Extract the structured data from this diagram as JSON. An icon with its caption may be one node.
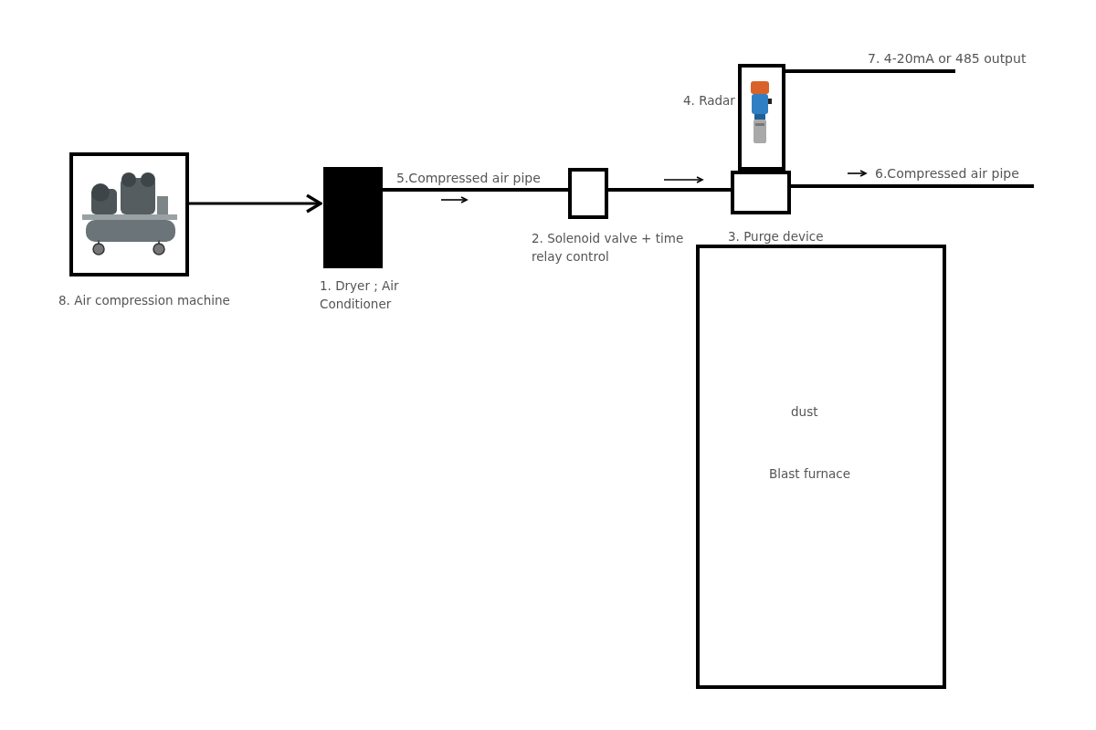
{
  "diagram": {
    "nodes": [
      {
        "text": [
          "8. Air compression machine"
        ]
      },
      {
        "text": [
          "1.  Dryer ; Air Conditioner"
        ]
      },
      {
        "text": [
          "2.  Solenoid valve + time relay control"
        ]
      },
      {
        "text": [
          "3. Purge device"
        ]
      },
      {
        "text": [
          "4. Radar"
        ]
      },
      {
        "text": [
          "dust",
          "Blast furnace"
        ]
      }
    ],
    "edges": [
      {
        "from": 0,
        "to": 1,
        "arrow": "to"
      },
      {
        "from": 1,
        "to": 2,
        "arrow": "none",
        "label": "5.Compressed air pipe"
      },
      {
        "from": 2,
        "to": 3,
        "arrow": "none"
      },
      {
        "from": 3,
        "to": null,
        "arrow": "none",
        "label": "6.Compressed air pipe"
      },
      {
        "from": 4,
        "to": null,
        "arrow": "none",
        "label": "7. 4-20mA or 485 output"
      }
    ]
  }
}
